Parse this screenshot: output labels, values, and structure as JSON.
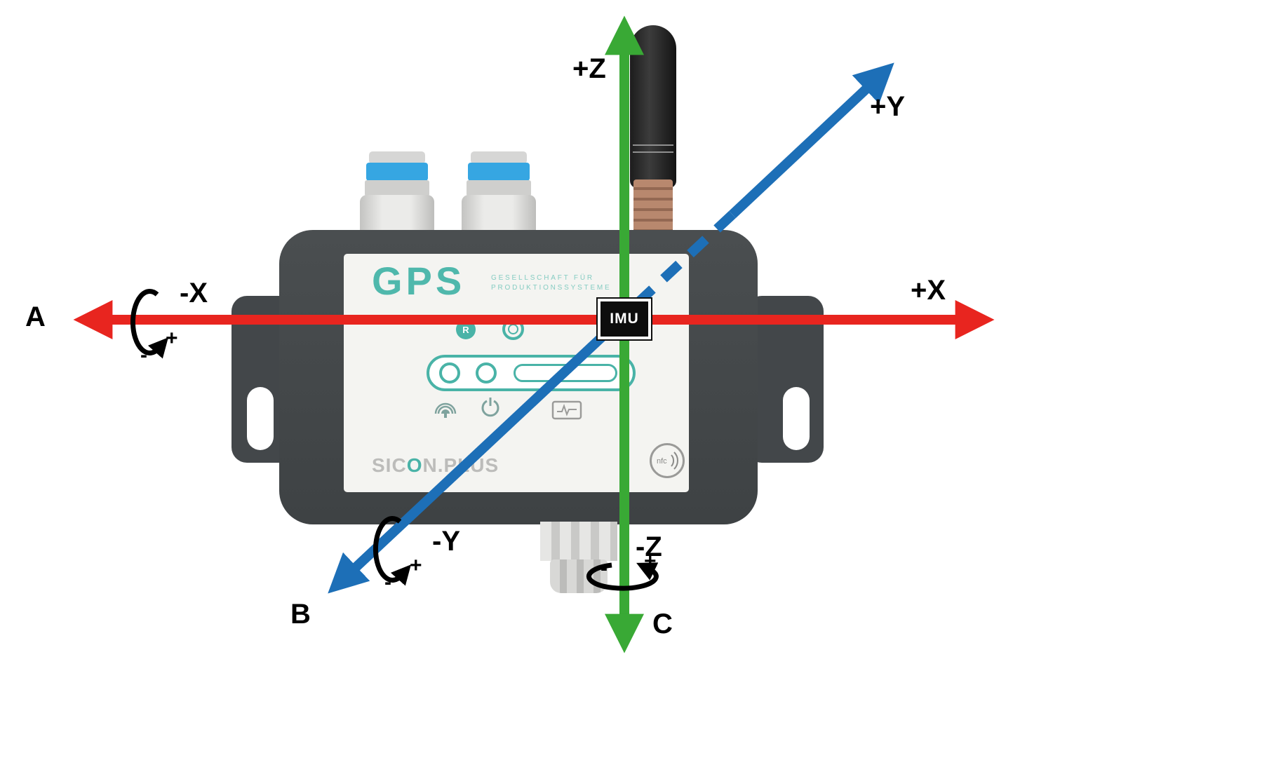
{
  "colors": {
    "x_axis": "#e8251f",
    "y_axis": "#1d6fb7",
    "z_axis": "#39a935",
    "rotation": "#000000",
    "teal": "#49b3a7",
    "device_body": "#43474a"
  },
  "labels": {
    "x_positive": "+X",
    "x_negative": "-X",
    "y_positive": "+Y",
    "y_negative": "-Y",
    "z_positive": "+Z",
    "z_negative": "-Z",
    "rotation_a": "A",
    "rotation_b": "B",
    "rotation_c": "C",
    "plus": "+",
    "minus": "-"
  },
  "imu": {
    "label": "IMU"
  },
  "device": {
    "logo": "GPS",
    "logo_subtitle_line1": "GESELLSCHAFT FÜR",
    "logo_subtitle_line2": "PRODUKTIONSSYSTEME",
    "reset_button": "R",
    "footer_logo_prefix": "SIC",
    "footer_logo_o": "O",
    "footer_logo_suffix": "N.PLUS",
    "nfc_label": "nfc"
  }
}
